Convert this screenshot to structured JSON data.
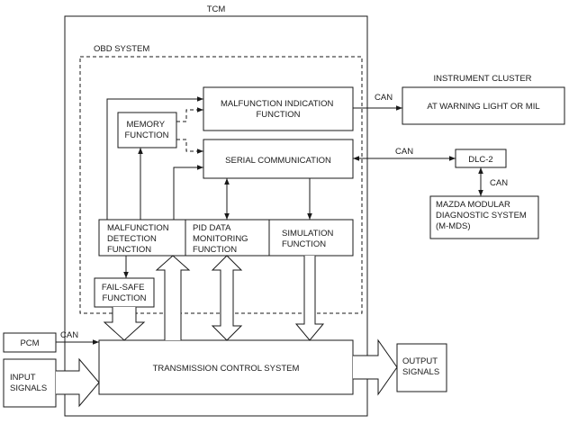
{
  "labels": {
    "tcm": "TCM",
    "obd_system": "OBD SYSTEM",
    "instrument_cluster": "INSTRUMENT CLUSTER",
    "malfunction_indication": [
      "MALFUNCTION INDICATION",
      "FUNCTION"
    ],
    "memory_function": [
      "MEMORY",
      "FUNCTION"
    ],
    "serial_communication": "SERIAL COMMUNICATION",
    "warning_light": "AT WARNING LIGHT OR MIL",
    "dlc2": "DLC-2",
    "mds": [
      "MAZDA MODULAR",
      "DIAGNOSTIC SYSTEM",
      "(M-MDS)"
    ],
    "malfunction_detection": [
      "MALFUNCTION",
      "DETECTION",
      "FUNCTION"
    ],
    "pid_monitoring": [
      "PID DATA",
      "MONITORING",
      "FUNCTION"
    ],
    "simulation": [
      "SIMULATION",
      "FUNCTION"
    ],
    "fail_safe": [
      "FAIL-SAFE",
      "FUNCTION"
    ],
    "pcm": "PCM",
    "input_signals": [
      "INPUT",
      "SIGNALS"
    ],
    "transmission_control": "TRANSMISSION CONTROL SYSTEM",
    "output_signals": [
      "OUTPUT",
      "SIGNALS"
    ],
    "can_cluster": "CAN",
    "can_dlc": "CAN",
    "can_mds": "CAN",
    "can_pcm": "CAN"
  }
}
